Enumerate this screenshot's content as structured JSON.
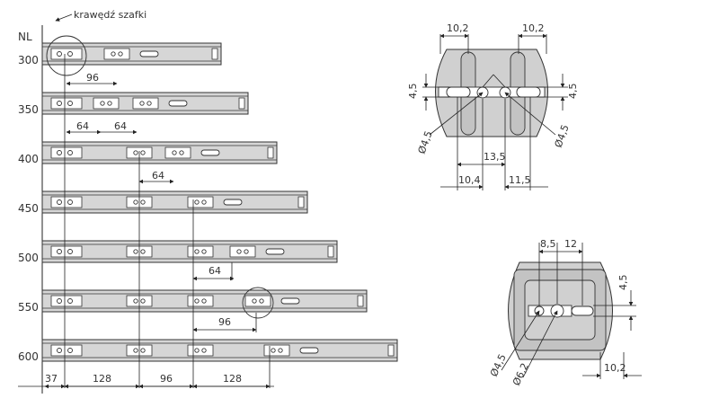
{
  "left_drawing": {
    "nl_label": "NL",
    "edge_label": "krawędź szafki",
    "lengths": [
      "300",
      "350",
      "400",
      "450",
      "500",
      "550",
      "600"
    ],
    "inner_dims": [
      "96",
      "64",
      "64",
      "64",
      "64",
      "96"
    ],
    "bottom_dims": [
      "37",
      "128",
      "96",
      "128"
    ]
  },
  "top_right": {
    "top_dims": [
      "10,2",
      "10,2"
    ],
    "side_left": "4,5",
    "side_right": "4,5",
    "dia_left": "Ø4,5",
    "dia_right": "Ø4,5",
    "mid_dim": "13,5",
    "bottom_left": "10,4",
    "bottom_right": "11,5"
  },
  "bottom_right": {
    "top_dims": [
      "8,5",
      "12"
    ],
    "side_right": "4,5",
    "dia_small": "Ø4,5",
    "dia_large": "Ø6,2",
    "bottom_dim": "10,2"
  }
}
